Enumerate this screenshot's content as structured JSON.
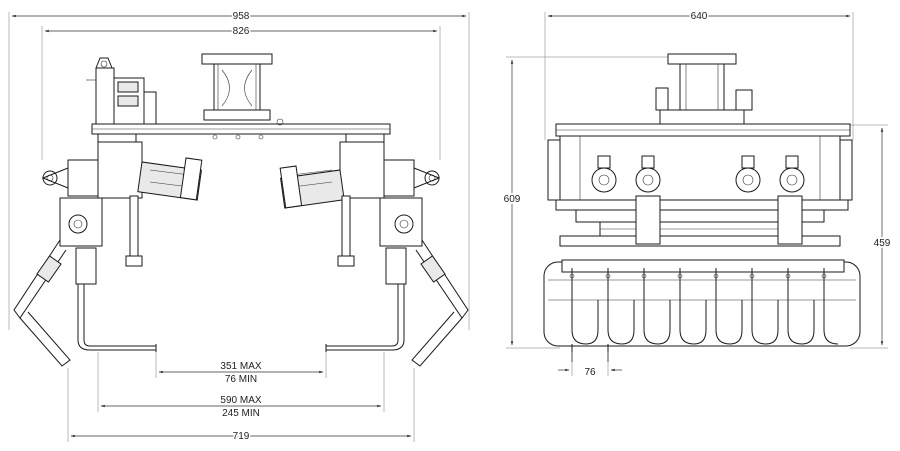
{
  "front_view": {
    "overall_width": "958",
    "frame_width": "826",
    "clamp_gap_max": "351 MAX",
    "clamp_gap_min": "76 MIN",
    "fork_span_max": "590 MAX",
    "fork_span_min": "245 MIN",
    "base_width": "719"
  },
  "side_view": {
    "width": "640",
    "overall_height": "609",
    "body_height": "459",
    "tine_pitch": "76"
  }
}
